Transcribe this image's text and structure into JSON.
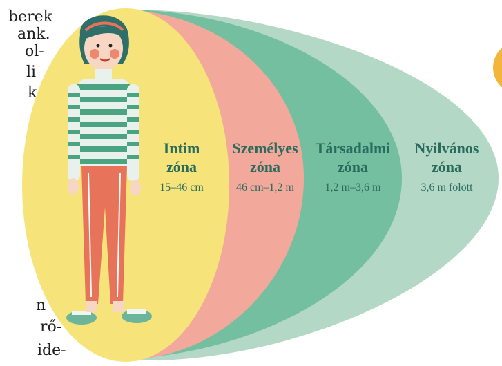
{
  "edge_text": {
    "line1": "berek",
    "line2": "ank.",
    "line3": "ol-",
    "line4": "li",
    "line5": "k",
    "line6": "n",
    "line7": "rő-",
    "line8": "ide-"
  },
  "zones": [
    {
      "id": "intim",
      "title_line1": "Intim",
      "title_line2": "zóna",
      "range": "15–46 cm",
      "color": "#f6e47a"
    },
    {
      "id": "szemelyes",
      "title_line1": "Személyes",
      "title_line2": "zóna",
      "range": "46 cm–1,2 m",
      "color": "#f2a99b"
    },
    {
      "id": "tarsadalmi",
      "title_line1": "Társadalmi",
      "title_line2": "zóna",
      "range": "1,2 m–3,6 m",
      "color": "#74bf9f"
    },
    {
      "id": "nyilvanos",
      "title_line1": "Nyilvános",
      "title_line2": "zóna",
      "range": "3,6 m fölött",
      "color": "#b3d9c6"
    }
  ],
  "colors": {
    "label_text": "#2a6b5e",
    "corner_circle": "#f4b63a",
    "pants": "#e8735b",
    "stripes": "#4aa482",
    "hair": "#2f6f6a"
  },
  "icons": {
    "person": "girl-figure",
    "corner": "yellow-circle-partial"
  }
}
